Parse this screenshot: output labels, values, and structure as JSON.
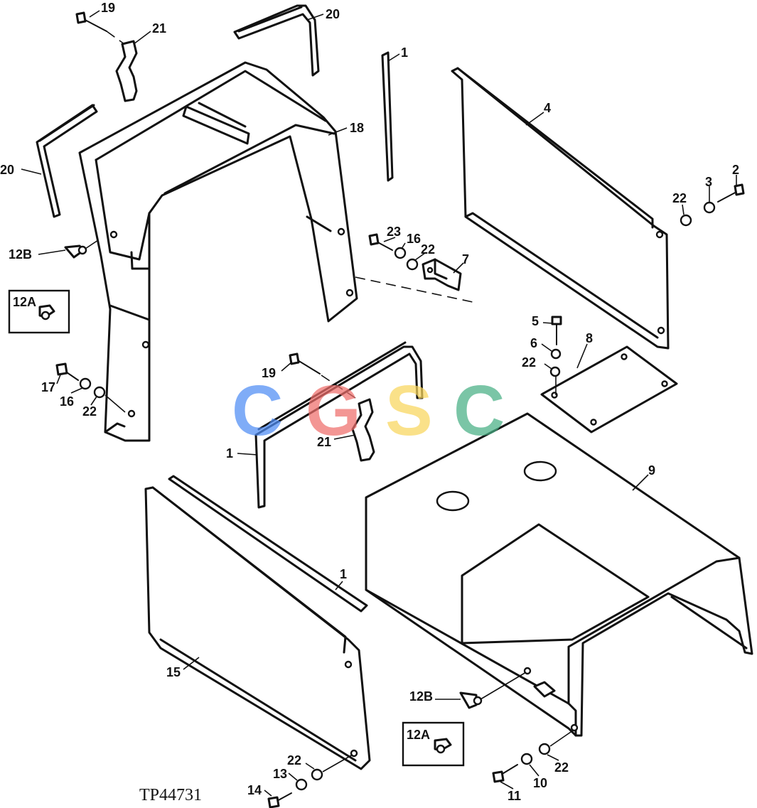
{
  "drawing_code": "TP44731",
  "watermark": {
    "letters": [
      "C",
      "G",
      "S",
      "C"
    ],
    "colors": [
      "#4f8df5",
      "#ef6f6c",
      "#f9d65c",
      "#47b085"
    ]
  },
  "callouts": {
    "c19a": "19",
    "c21a": "21",
    "c20a": "20",
    "c20b": "20",
    "c18": "18",
    "c1a": "1",
    "c4": "4",
    "c2": "2",
    "c3": "3",
    "c22a": "22",
    "c12Ba": "12B",
    "c12Aa": "12A",
    "c23": "23",
    "c16a": "16",
    "c22b": "22",
    "c7": "7",
    "c5": "5",
    "c6": "6",
    "c22c": "22",
    "c8": "8",
    "c17": "17",
    "c16b": "16",
    "c22d": "22",
    "c19b": "19",
    "c1b": "1",
    "c21b": "21",
    "c9": "9",
    "c1c": "1",
    "c15": "15",
    "c12Bb": "12B",
    "c12Ab": "12A",
    "c22e": "22",
    "c13": "13",
    "c14": "14",
    "c11": "11",
    "c10": "10",
    "c22f": "22"
  }
}
